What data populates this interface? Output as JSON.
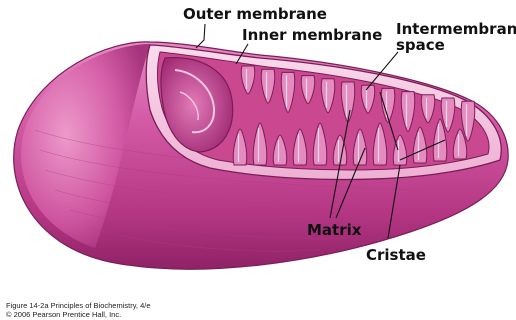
{
  "labels": {
    "outer_membrane": "Outer membrane",
    "inner_membrane": "Inner membrane",
    "intermembrane_line1": "Intermembrane",
    "intermembrane_line2": "space",
    "matrix": "Matrix",
    "cristae": "Cristae"
  },
  "credit": {
    "line1": "Figure 14-2a  Principles of Biochemistry, 4/e",
    "line2": "© 2006 Pearson Prentice Hall, Inc."
  },
  "colors": {
    "body": "#cf4f9c",
    "body_light": "#ec8fc6",
    "body_dark": "#8f2266",
    "cut_face": "#f4c6e0",
    "cristae": "#e58bc0",
    "crista_edge": "#7a1d57",
    "background": "#ffffff"
  }
}
